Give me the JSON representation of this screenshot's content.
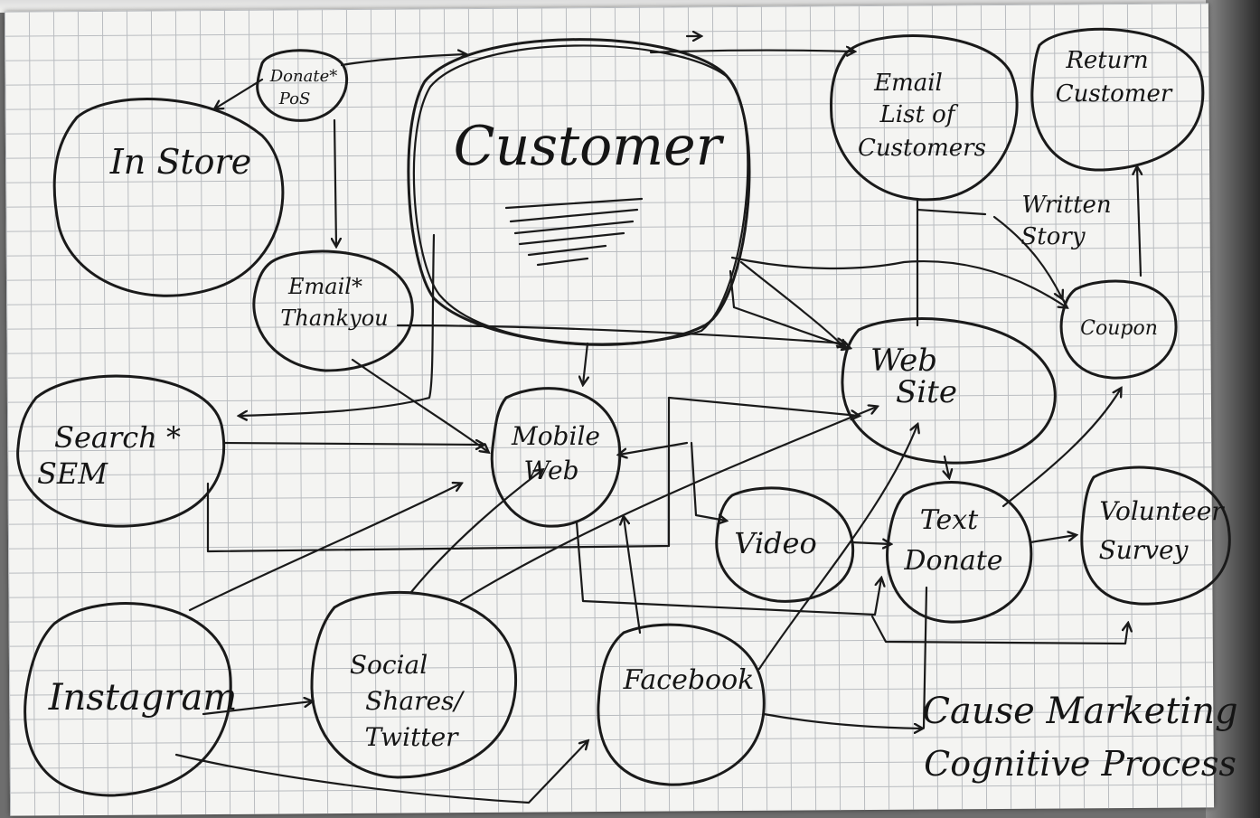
{
  "nodes": {
    "donate_pos": [
      "Donate*",
      "PoS"
    ],
    "in_store": [
      "In Store"
    ],
    "customer": [
      "Customer"
    ],
    "email_list": [
      "Email",
      "List of",
      "Customers"
    ],
    "return_customer": [
      "Return",
      "Customer"
    ],
    "email_thankyou": [
      "Email*",
      "Thankyou"
    ],
    "written_story": [
      "Written",
      "Story"
    ],
    "coupon": [
      "Coupon"
    ],
    "search_sem": [
      "Search *",
      "SEM"
    ],
    "mobile_web": [
      "Mobile",
      "Web"
    ],
    "web_site": [
      "Web",
      "Site"
    ],
    "video": [
      "Video"
    ],
    "text_donate": [
      "Text",
      "Donate"
    ],
    "volunteer_survey": [
      "Volunteer",
      "Survey"
    ],
    "instagram": [
      "Instagram"
    ],
    "social_shares": [
      "Social",
      "Shares/",
      "Twitter"
    ],
    "facebook": [
      "Facebook"
    ]
  },
  "caption": [
    "Cause Marketing",
    "Cognitive Process"
  ]
}
